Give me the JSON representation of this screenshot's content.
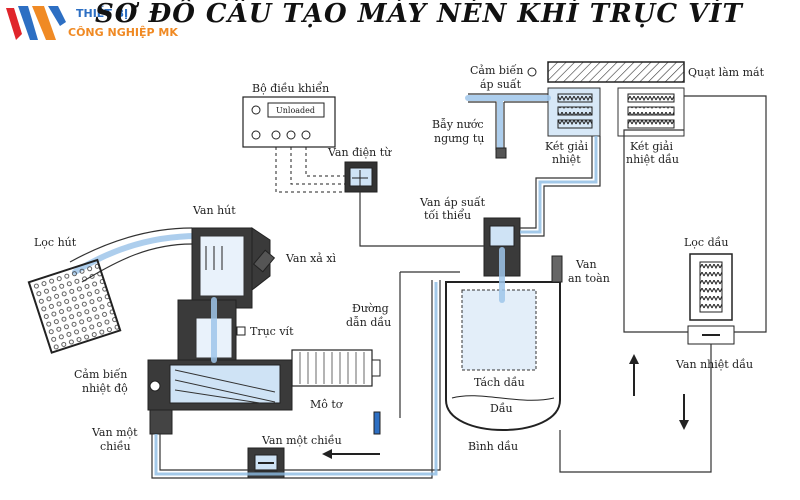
{
  "page": {
    "title": "SƠ ĐỒ CẤU TẠO MÁY NÉN KHÍ TRỤC VÍT",
    "brand_line1": "THIẾT BỊ",
    "brand_line2": "CÔNG NGHIỆP MK"
  },
  "colors": {
    "brand_red": "#e0252b",
    "brand_blue": "#2d6fc3",
    "brand_orange": "#f08a24",
    "flow_blue": "#9fc6ea",
    "body_dark": "#3a3a3a"
  },
  "controller": {
    "label": "Bộ điều khiển",
    "display": "Unloaded"
  },
  "labels": {
    "cam_bien_ap_suat": "Cảm biến áp suất",
    "quat_lam_mat": "Quạt làm mát",
    "bay_nuoc_line1": "Bẫy nước",
    "bay_nuoc_line2": "ngưng tụ",
    "ket_giai_nhiet_line1": "Két giải",
    "ket_giai_nhiet_line2": "nhiệt",
    "ket_giai_nhiet_dau_line1": "Két giải",
    "ket_giai_nhiet_dau_line2": "nhiệt dầu",
    "van_dien_tu": "Van điện từ",
    "van_ap_suat_line1": "Van áp suất",
    "van_ap_suat_line2": "tối thiểu",
    "van_hut": "Van hút",
    "loc_hut": "Lọc hút",
    "van_xa_xi": "Van xả xì",
    "loc_dau": "Lọc dầu",
    "van_an_toan_line1": "Van",
    "van_an_toan_line2": "an toàn",
    "duong_dan_dau_line1": "Đường",
    "duong_dan_dau_line2": "dẫn dầu",
    "truc_vit": "Trục vít",
    "cam_bien_nhiet_line1": "Cảm biến",
    "cam_bien_nhiet_line2": "nhiệt độ",
    "tach_dau": "Tách dầu",
    "dau": "Dầu",
    "van_nhiet_dau": "Van nhiệt dầu",
    "mo_to": "Mô tơ",
    "van_mot_chieu_left_line1": "Van một",
    "van_mot_chieu_left_line2": "chiều",
    "van_mot_chieu": "Van một chiều",
    "binh_dau": "Bình dầu"
  }
}
